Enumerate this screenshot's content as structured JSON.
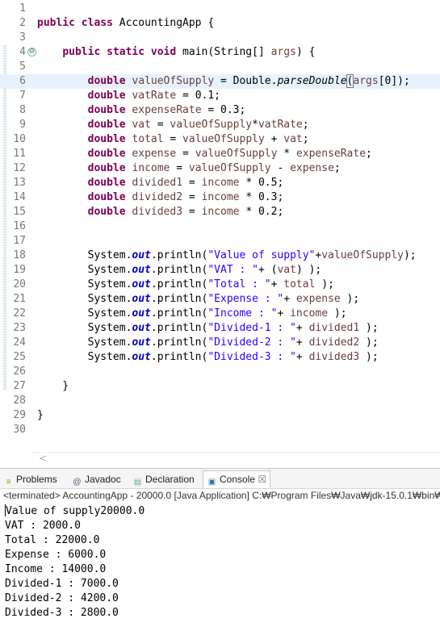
{
  "editor": {
    "lines": [
      {
        "n": "1",
        "html": ""
      },
      {
        "n": "2",
        "html": "<span class=\"kw\">public</span> <span class=\"kw\">class</span> AccountingApp {"
      },
      {
        "n": "3",
        "html": ""
      },
      {
        "n": "4",
        "html": "    <span class=\"kw\">public</span> <span class=\"kw\">static</span> <span class=\"kw\">void</span> main(String[] <span class=\"var\">args</span>) {",
        "fold": "⊖"
      },
      {
        "n": "5",
        "html": ""
      },
      {
        "n": "6",
        "html": "        <span class=\"kw\">double</span> <span class=\"var\">valueOfSupply</span> = Double.<span class=\"itl\">parseDouble</span><span class=\"bracket\">(</span><span class=\"var\">args</span>[0]);",
        "current": true
      },
      {
        "n": "7",
        "html": "        <span class=\"kw\">double</span> <span class=\"var\">vatRate</span> = 0.1;"
      },
      {
        "n": "8",
        "html": "        <span class=\"kw\">double</span> <span class=\"var\">expenseRate</span> = 0.3;"
      },
      {
        "n": "9",
        "html": "        <span class=\"kw\">double</span> <span class=\"var\">vat</span> = <span class=\"var\">valueOfSupply</span>*<span class=\"var\">vatRate</span>;"
      },
      {
        "n": "10",
        "html": "        <span class=\"kw\">double</span> <span class=\"var\">total</span> = <span class=\"var\">valueOfSupply</span> + <span class=\"var\">vat</span>;"
      },
      {
        "n": "11",
        "html": "        <span class=\"kw\">double</span> <span class=\"var\">expense</span> = <span class=\"var\">valueOfSupply</span> * <span class=\"var\">expenseRate</span>;"
      },
      {
        "n": "12",
        "html": "        <span class=\"kw\">double</span> <span class=\"var\">income</span> = <span class=\"var\">valueOfSupply</span> - <span class=\"var\">expense</span>;"
      },
      {
        "n": "13",
        "html": "        <span class=\"kw\">double</span> <span class=\"var\">divided1</span> = <span class=\"var\">income</span> * 0.5;"
      },
      {
        "n": "14",
        "html": "        <span class=\"kw\">double</span> <span class=\"var\">divided2</span> = <span class=\"var\">income</span> * 0.3;"
      },
      {
        "n": "15",
        "html": "        <span class=\"kw\">double</span> <span class=\"var\">divided3</span> = <span class=\"var\">income</span> * 0.2;"
      },
      {
        "n": "16",
        "html": ""
      },
      {
        "n": "17",
        "html": ""
      },
      {
        "n": "18",
        "html": "        System.<span class=\"fld\">out</span>.println(<span class=\"str\">\"Value of supply\"</span>+<span class=\"var\">valueOfSupply</span>);"
      },
      {
        "n": "19",
        "html": "        System.<span class=\"fld\">out</span>.println(<span class=\"str\">\"VAT : \"</span>+ (<span class=\"var\">vat</span>) );"
      },
      {
        "n": "20",
        "html": "        System.<span class=\"fld\">out</span>.println(<span class=\"str\">\"Total : \"</span>+ <span class=\"var\">total</span> );"
      },
      {
        "n": "21",
        "html": "        System.<span class=\"fld\">out</span>.println(<span class=\"str\">\"Expense : \"</span>+ <span class=\"var\">expense</span> );"
      },
      {
        "n": "22",
        "html": "        System.<span class=\"fld\">out</span>.println(<span class=\"str\">\"Income : \"</span>+ <span class=\"var\">income</span> );"
      },
      {
        "n": "23",
        "html": "        System.<span class=\"fld\">out</span>.println(<span class=\"str\">\"Divided-1 : \"</span>+ <span class=\"var\">divided1</span> );"
      },
      {
        "n": "24",
        "html": "        System.<span class=\"fld\">out</span>.println(<span class=\"str\">\"Divided-2 : \"</span>+ <span class=\"var\">divided2</span> );"
      },
      {
        "n": "25",
        "html": "        System.<span class=\"fld\">out</span>.println(<span class=\"str\">\"Divided-3 : \"</span>+ <span class=\"var\">divided3</span> );"
      },
      {
        "n": "26",
        "html": ""
      },
      {
        "n": "27",
        "html": "    }"
      },
      {
        "n": "28",
        "html": ""
      },
      {
        "n": "29",
        "html": "}"
      },
      {
        "n": "30",
        "html": ""
      }
    ]
  },
  "tabs": [
    {
      "label": "Problems",
      "icon": "problems-icon",
      "glyph": "≡",
      "color": "#b84",
      "active": false
    },
    {
      "label": "Javadoc",
      "icon": "javadoc-icon",
      "glyph": "@",
      "color": "#557",
      "active": false
    },
    {
      "label": "Declaration",
      "icon": "declaration-icon",
      "glyph": "▤",
      "color": "#6a8",
      "active": false
    },
    {
      "label": "Console",
      "icon": "console-icon",
      "glyph": "▣",
      "color": "#27a",
      "active": true
    }
  ],
  "console": {
    "close_glyph": "☒",
    "terminated": "<terminated> AccountingApp - 20000.0 [Java Application] C:₩Program Files₩Java₩jdk-15.0.1₩bin₩",
    "output": [
      "Value of supply20000.0",
      "VAT : 2000.0",
      "Total : 22000.0",
      "Expense : 6000.0",
      "Income : 14000.0",
      "Divided-1 : 7000.0",
      "Divided-2 : 4200.0",
      "Divided-3 : 2800.0"
    ]
  },
  "scroll": {
    "left_glyph": "<"
  }
}
